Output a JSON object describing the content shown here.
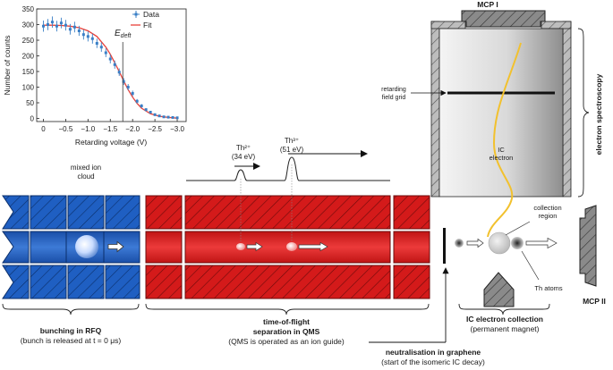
{
  "chart_data": {
    "type": "scatter",
    "xlabel": "Retarding voltage (V)",
    "ylabel": "Number of counts",
    "xlim": [
      0.15,
      -3.2
    ],
    "ylim": [
      -10,
      350
    ],
    "xticks": [
      "0",
      "−0.5",
      "−1.0",
      "−1.5",
      "−2.0",
      "−2.5",
      "−3.0"
    ],
    "yticks": [
      "0",
      "50",
      "100",
      "150",
      "200",
      "250",
      "300",
      "350"
    ],
    "xtick_values": [
      0,
      -0.5,
      -1.0,
      -1.5,
      -2.0,
      -2.5,
      -3.0
    ],
    "ytick_values": [
      0,
      50,
      100,
      150,
      200,
      250,
      300,
      350
    ],
    "legend": [
      "Data",
      "Fit"
    ],
    "edeft_label": "E",
    "edeft_sub": "deft",
    "edeft_x": -1.78,
    "series": [
      {
        "name": "Data",
        "x": [
          0.0,
          -0.1,
          -0.2,
          -0.3,
          -0.4,
          -0.5,
          -0.6,
          -0.7,
          -0.8,
          -0.9,
          -1.0,
          -1.1,
          -1.2,
          -1.3,
          -1.4,
          -1.5,
          -1.6,
          -1.7,
          -1.8,
          -1.9,
          -2.0,
          -2.1,
          -2.2,
          -2.3,
          -2.4,
          -2.5,
          -2.6,
          -2.7,
          -2.8,
          -2.9,
          -3.0
        ],
        "y": [
          295,
          300,
          308,
          295,
          305,
          298,
          285,
          292,
          280,
          268,
          262,
          255,
          240,
          228,
          210,
          190,
          172,
          148,
          118,
          100,
          80,
          55,
          40,
          28,
          20,
          12,
          8,
          5,
          4,
          3,
          2
        ],
        "err": [
          18,
          18,
          18,
          17,
          17,
          17,
          17,
          17,
          16,
          16,
          16,
          16,
          15,
          15,
          14,
          14,
          13,
          12,
          11,
          10,
          9,
          7,
          6,
          5,
          4,
          4,
          3,
          3,
          3,
          2,
          2
        ]
      },
      {
        "name": "Fit",
        "x": [
          0.0,
          -0.2,
          -0.4,
          -0.6,
          -0.8,
          -1.0,
          -1.2,
          -1.4,
          -1.5,
          -1.6,
          -1.7,
          -1.8,
          -1.9,
          -2.0,
          -2.1,
          -2.2,
          -2.4,
          -2.6,
          -2.8,
          -3.0
        ],
        "y": [
          298,
          298,
          297,
          295,
          290,
          280,
          262,
          228,
          205,
          178,
          150,
          120,
          92,
          68,
          48,
          33,
          15,
          7,
          3,
          1
        ]
      }
    ]
  },
  "colors": {
    "blue": "#1f5fc2",
    "red": "#d41a1a",
    "fit": "#e8413a",
    "data": "#3a7fc6"
  },
  "labels": {
    "mcp1": "MCP I",
    "mcp2": "MCP II",
    "electron_spectroscopy": "electron spectroscopy",
    "retarding_field_grid_1": "retarding",
    "retarding_field_grid_2": "field grid",
    "ic_electron_1": "IC",
    "ic_electron_2": "electron",
    "collection_region_1": "collection",
    "collection_region_2": "region",
    "th_atoms": "Th atoms",
    "mixed_ion_cloud_1": "mixed ion",
    "mixed_ion_cloud_2": "cloud",
    "th2_name": "Th²⁺",
    "th2_energy": "(34 eV)",
    "th3_name": "Th³⁺",
    "th3_energy": "(51 eV)",
    "bunching_title": "bunching in RFQ",
    "bunching_sub": "(bunch is released at t = 0 μs)",
    "tof_title_1": "time-of-flight",
    "tof_title_2": "separation in QMS",
    "tof_sub": "(QMS is operated as an ion guide)",
    "ic_collection_title": "IC electron collection",
    "ic_collection_sub": "(permanent magnet)",
    "neutral_title": "neutralisation in graphene",
    "neutral_sub": "(start of the isomeric IC decay)"
  }
}
